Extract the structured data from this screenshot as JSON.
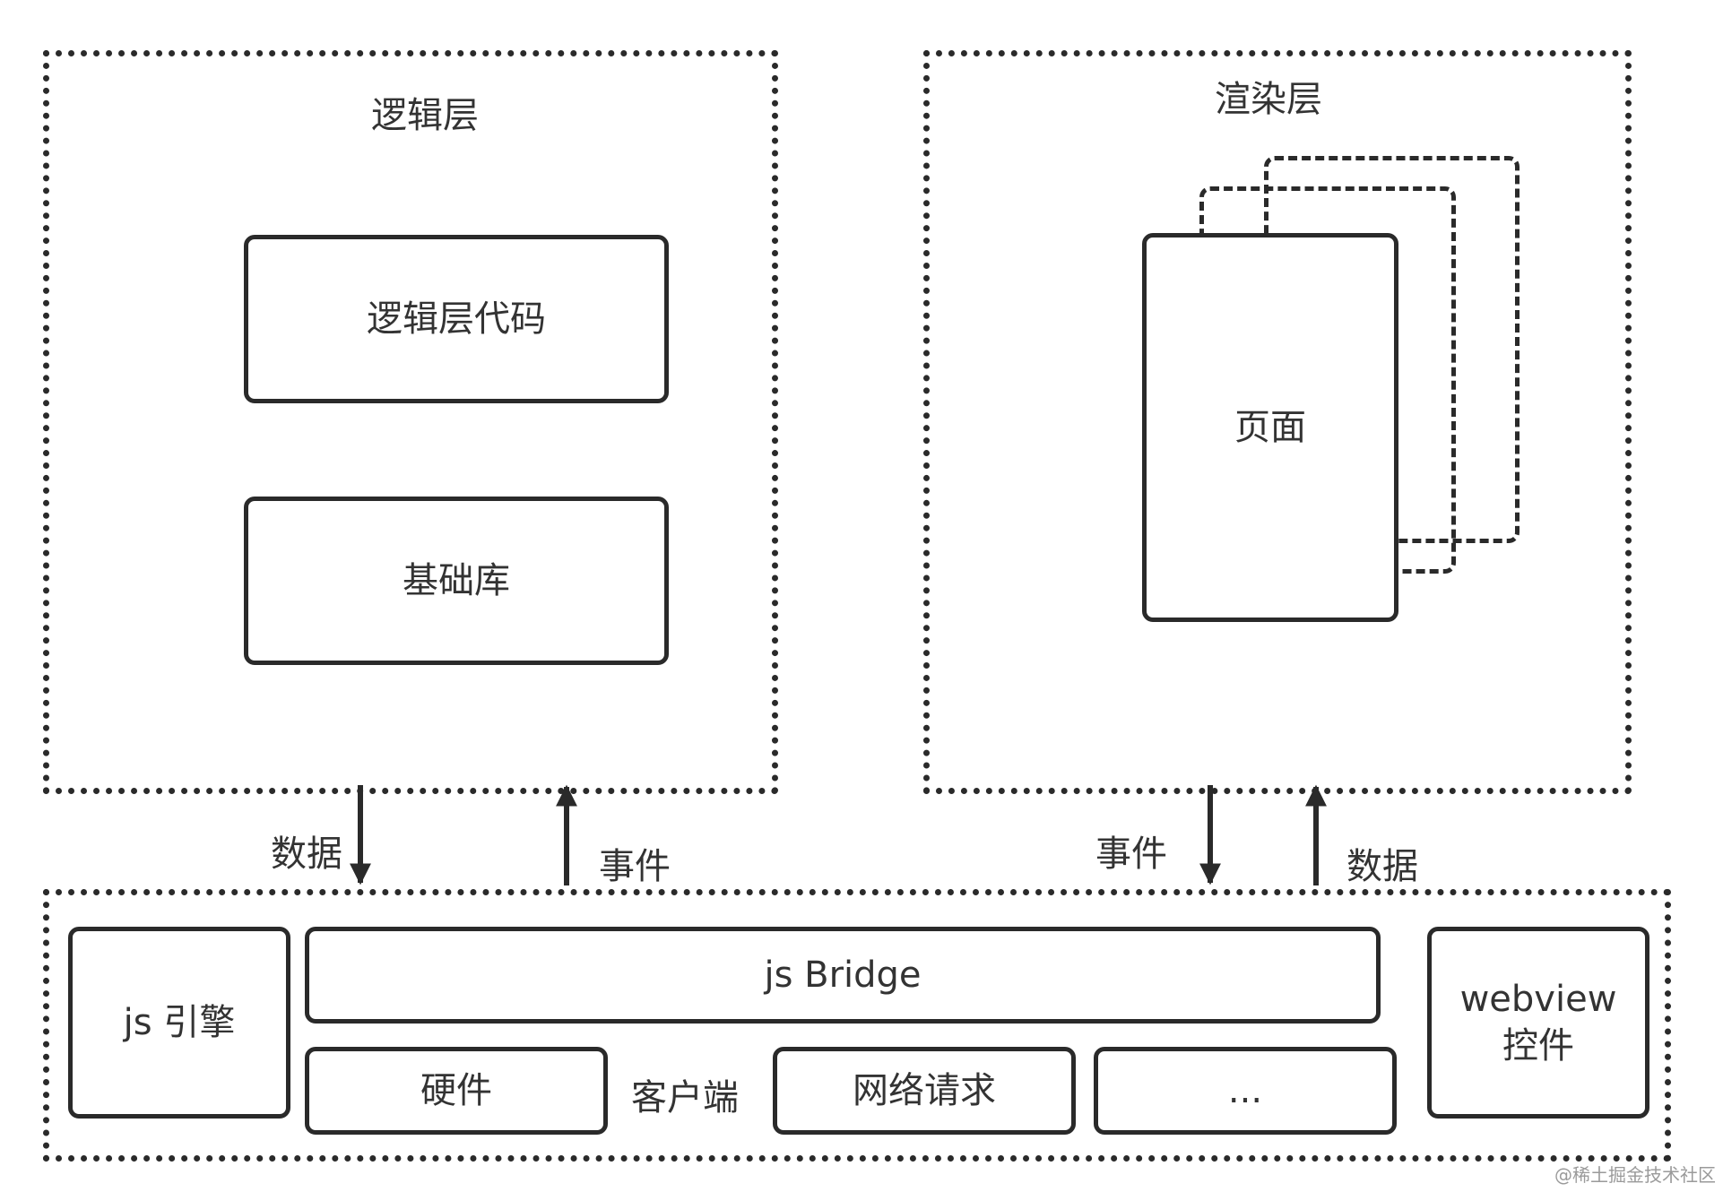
{
  "logic_layer": {
    "title": "逻辑层",
    "code_box": "逻辑层代码",
    "base_lib_box": "基础库"
  },
  "render_layer": {
    "title": "渲染层",
    "page_box": "页面"
  },
  "flows": {
    "logic_down_label": "数据",
    "logic_up_label": "事件",
    "render_down_label": "事件",
    "render_up_label": "数据"
  },
  "client": {
    "label": "客户端",
    "js_engine": "js 引擎",
    "js_bridge": "js Bridge",
    "hardware": "硬件",
    "network": "网络请求",
    "more": "...",
    "webview_line1": "webview",
    "webview_line2": "控件"
  },
  "watermark": "@稀土掘金技术社区",
  "colors": {
    "stroke": "#2a2a2a",
    "text": "#333333",
    "watermark": "#9a9a9a"
  }
}
